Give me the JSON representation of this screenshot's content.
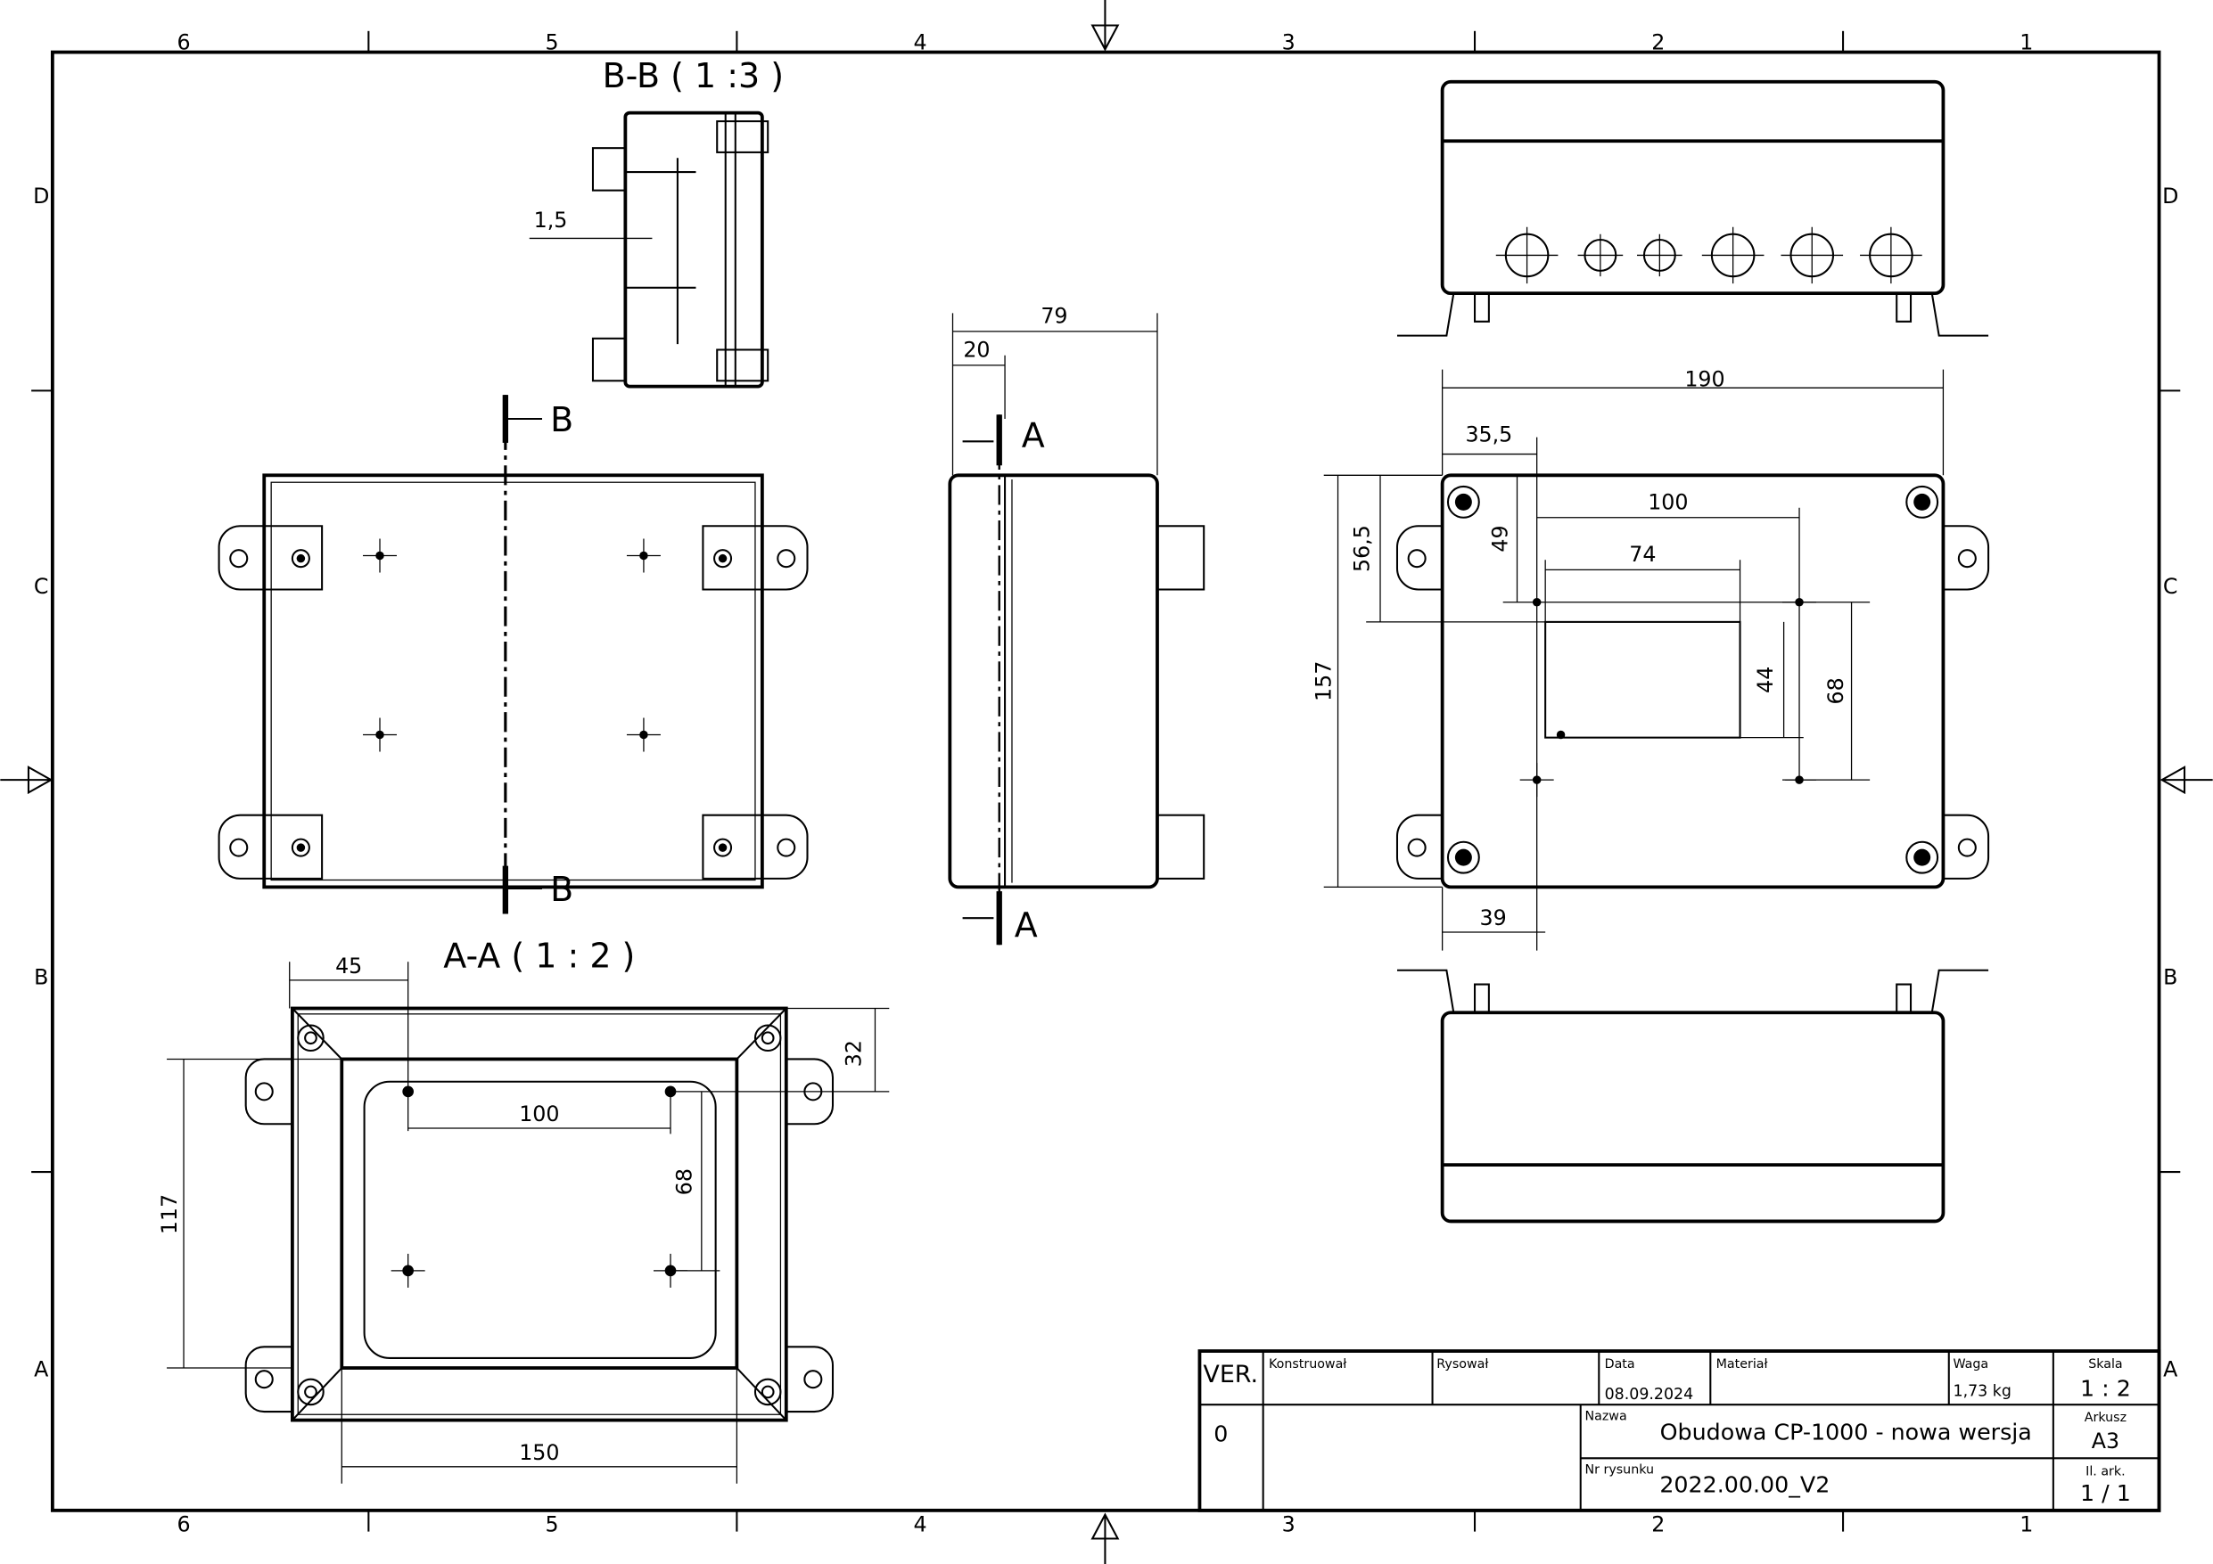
{
  "frame": {
    "columns_top": [
      "6",
      "5",
      "4",
      "3",
      "2",
      "1"
    ],
    "columns_bottom": [
      "6",
      "5",
      "4",
      "3",
      "2",
      "1"
    ],
    "rows_left": [
      "D",
      "C",
      "B",
      "A"
    ],
    "rows_right": [
      "D",
      "C",
      "B",
      "A"
    ]
  },
  "views": {
    "section_bb": {
      "title": "B-B ( 1 :3 )",
      "dims": [
        "1,5"
      ]
    },
    "top_view": {
      "cut_labels": [
        "B",
        "B"
      ]
    },
    "side_view": {
      "cut_labels": [
        "A",
        "A"
      ],
      "dims": [
        "79",
        "20"
      ]
    },
    "plan_view": {
      "dims": [
        "190",
        "35,5",
        "100",
        "74",
        "56,5",
        "49",
        "157",
        "44",
        "68",
        "39"
      ]
    },
    "section_aa": {
      "title": "A-A ( 1 : 2 )",
      "dims": [
        "45",
        "32",
        "100",
        "68",
        "117",
        "150"
      ]
    }
  },
  "title_block": {
    "ver_label": "VER.",
    "ver_value": "0",
    "konstruowal_label": "Konstruował",
    "rysowal_label": "Rysował",
    "data_label": "Data",
    "data_value": "08.09.2024",
    "material_label": "Materiał",
    "waga_label": "Waga",
    "waga_value": "1,73 kg",
    "skala_label": "Skala",
    "skala_value": "1 : 2",
    "nazwa_label": "Nazwa",
    "nazwa_value": "Obudowa CP-1000 - nowa wersja",
    "arkusz_label": "Arkusz",
    "arkusz_value": "A3",
    "nr_label": "Nr rysunku",
    "nr_value": "2022.00.00_V2",
    "ilark_label": "Il. ark.",
    "ilark_value": "1 / 1"
  }
}
